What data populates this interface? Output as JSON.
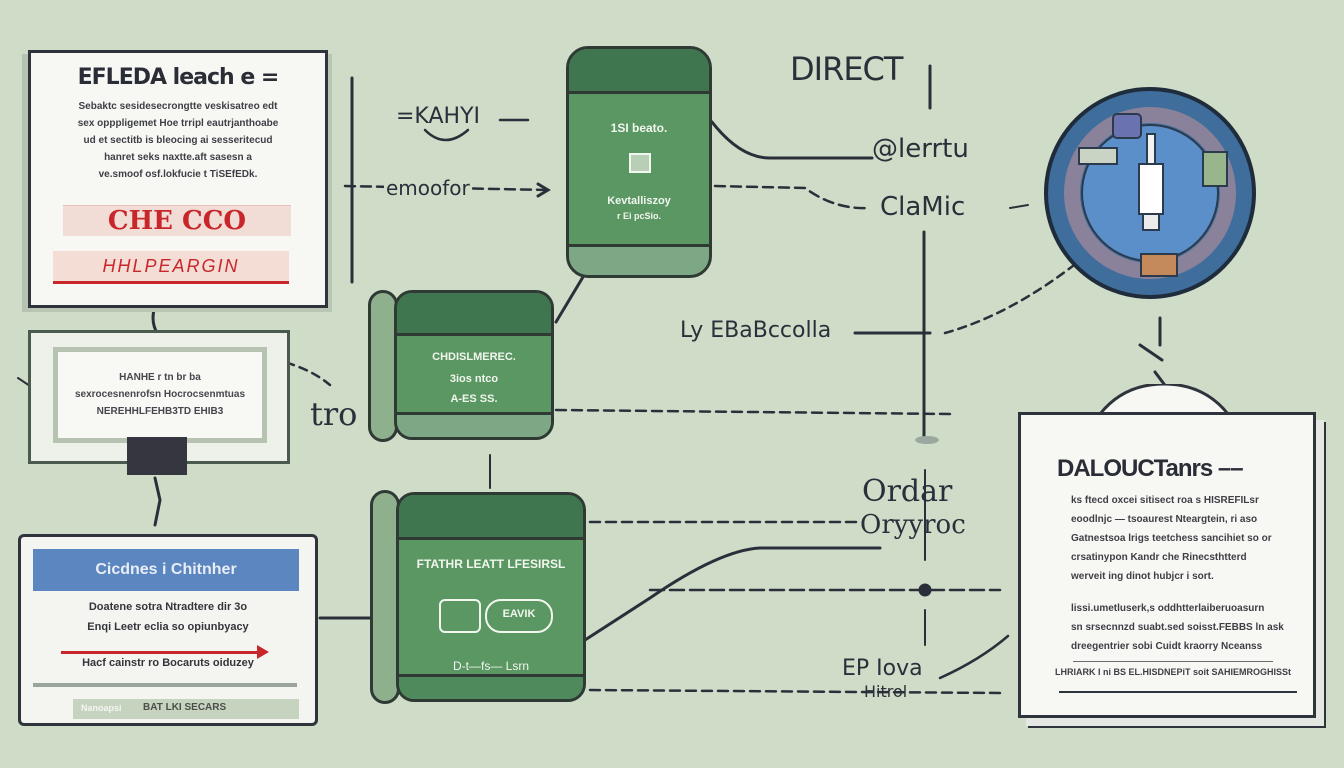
{
  "colors": {
    "background": "#cfdcc8",
    "folder_green": "#5a9763",
    "folder_dark": "#3f7650",
    "accent_red": "#c8262b",
    "header_blue": "#5b86bf",
    "circle_blue": "#3f6e9c",
    "ink": "#2b2f3a"
  },
  "top_left_doc": {
    "title": "EFLEDA leach e =",
    "lines": [
      "Sebaktc sesidesecrongtte veskisatreo edt",
      "sex opppligemet Hoe trripl eautrjanthoabe",
      "ud et sectitb is bleocing ai sesseritecud",
      "hanret seks naxtte.aft sasesn a",
      "ve.smoof osf.lokfucie t TiSEfEDk."
    ],
    "red_text": "CHE CCO",
    "red_sub": "HHLPEARGIN"
  },
  "mid_left_panel": {
    "lines": [
      "HANHE r tn br ba",
      "sexrocesnenrofsn Hocrocsenmtuas",
      "NEREHHLFEHB3TD EHIB3"
    ]
  },
  "bottom_left_doc": {
    "header": "Cicdnes i Chitnher",
    "lines": [
      "Doatene sotra Ntradtere dir 3o",
      "Enqi Leetr eclia so opiunbyacy"
    ],
    "red_line": "Hacf cainstr ro Bocaruts oiduzey",
    "footer_left": "Nanoapsi",
    "footer_right": "BAT LKI SECARS"
  },
  "folder_top": {
    "line1": "1SI beato.",
    "line2": "Kevtalliszoy",
    "line3": "r Ei pcSio."
  },
  "folder_mid": {
    "line1": "CHDISLMEREC.",
    "line2": "3ios ntco",
    "line3": "A-ES SS."
  },
  "folder_bottom": {
    "line1": "FTATHR LEATT LFESIRSL",
    "badge": "EAVIK",
    "line3": "D-t—fs—  Lsrn"
  },
  "labels": {
    "kahyi": "=KAHYI",
    "emoofor": "emoofor",
    "tro": "tro",
    "direct": "DIRECT",
    "aleattu": "@lerrtu",
    "clamic": "ClaMic",
    "ebaccolla": "Ly EBaBccolla",
    "ordar": "Ordar",
    "orvyro": "Oryyroc",
    "ep_iova": "EP Iova",
    "hitrol": "Hitrol"
  },
  "right_doc": {
    "title": "DALOUCTanrs ––",
    "para1": [
      "ks ftecd oxcei sitisect roa s HISREFILsr",
      "eoodlnjc — tsoaurest Nteargtein, ri aso",
      "Gatnestsoa lrigs teetchess sancihiet so or",
      "crsatinypon Kandr che Rinecsthtterd",
      "werveit ing dinot hubjcr i sort."
    ],
    "para2": [
      "lissi.umetluserk,s oddhtterlaiberuoasurn",
      "sn srsecnnzd suabt.sed soisst.FEBBS ln ask",
      "dreegentrier sobi Cuidt kraorry Nceanss"
    ],
    "footer": "LHRIARK I ni BS EL.HISDNEPiT soit SAHIEMROGHISSt"
  },
  "icons": {
    "circle": "jack-plug-icon"
  }
}
